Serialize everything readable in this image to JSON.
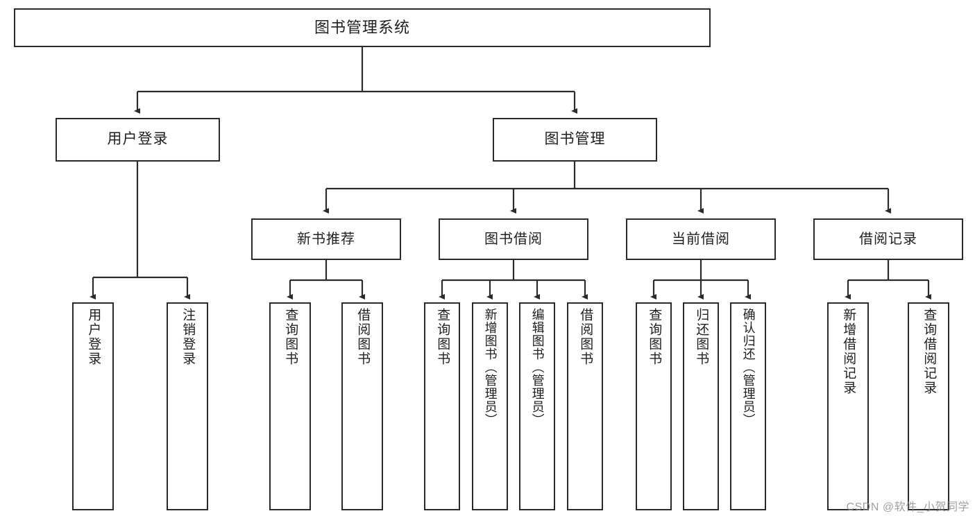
{
  "diagram": {
    "title": "图书管理系统",
    "type": "tree-hierarchy",
    "root": {
      "label": "图书管理系统"
    },
    "level2": [
      {
        "label": "用户登录"
      },
      {
        "label": "图书管理"
      }
    ],
    "level3": [
      {
        "label": "新书推荐"
      },
      {
        "label": "图书借阅"
      },
      {
        "label": "当前借阅"
      },
      {
        "label": "借阅记录"
      }
    ],
    "leaves": {
      "user_login": [
        {
          "label": "用户登录"
        },
        {
          "label": "注销登录"
        }
      ],
      "new_book_recommend": [
        {
          "label": "查询图书"
        },
        {
          "label": "借阅图书"
        }
      ],
      "book_borrow": [
        {
          "label": "查询图书"
        },
        {
          "label": "新增图书（管理员）"
        },
        {
          "label": "编辑图书（管理员）"
        },
        {
          "label": "借阅图书"
        }
      ],
      "current_borrow": [
        {
          "label": "查询图书"
        },
        {
          "label": "归还图书"
        },
        {
          "label": "确认归还（管理员）"
        }
      ],
      "borrow_record": [
        {
          "label": "新增借阅记录"
        },
        {
          "label": "查询借阅记录"
        }
      ]
    }
  },
  "watermark": {
    "text": "CSDN @软件_小贺同学"
  },
  "colors": {
    "border": "#2b2b2b",
    "background": "#ffffff",
    "text": "#1f1f1f",
    "watermark": "#8c8c8c"
  }
}
